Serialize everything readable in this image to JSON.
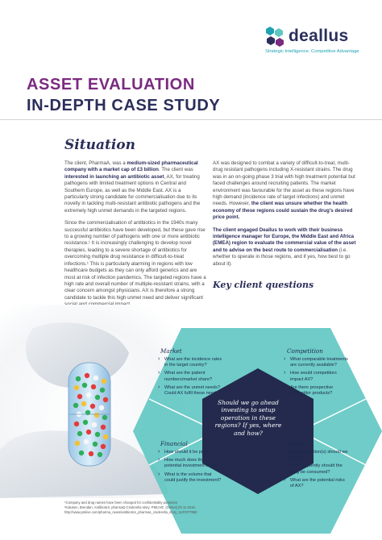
{
  "brand": {
    "name": "deallus",
    "tagline": "Strategic Intelligence. Competitive Advantage",
    "logo_icon": "hexagon-cluster-icon",
    "colors": {
      "purple": "#7b2a80",
      "navy": "#2b2e5a",
      "teal": "#5fc7c2",
      "dark": "#232a4d"
    }
  },
  "header": {
    "title_line1": "ASSET EVALUATION",
    "title_line2": "IN-DEPTH CASE STUDY"
  },
  "situation": {
    "heading": "Situation",
    "left": {
      "p1_a": "The client, PharmaA, was a ",
      "p1_b": "medium-sized pharmaceutical company with a market cap of £3 billion",
      "p1_c": ". The client was ",
      "p1_d": "interested in launching an antibiotic asset",
      "p1_e": ", AX, for treating pathogens with limited treatment options in Central and Southern Europe, as well as the Middle East. AX is a particularly strong candidate for commercialisation due to its novelty in tackling multi-resistant antibiotic pathogens and the extremely high unmet demands in the targeted regions.",
      "p2": "Since the commercialisation of antibiotics in the 1940s many successful antibiotics have been developed, but these gave rise to a growing number of pathogens with one or more antibiotic resistance.¹ It is increasingly challenging to develop novel therapies, leading to a severe shortage of antibiotics for overcoming multiple drug resistance in difficult-to-treat infections.¹ This is particularly alarming in regions with low healthcare budgets as they can only afford generics and are most at risk of infection pandemics. The targeted regions have a high rate and overall number of multiple-resistant strains, with a clear concern amongst physicians. AX is therefore a strong candidate to tackle this high unmet need and deliver significant social and commercial impact."
    },
    "right": {
      "p1_a": "AX was designed to combat a variety of difficult-to-treat, multi-drug resistant pathogens including X-resistant strains. The drug was in an on-going phase 3 trial with high treatment potential but faced challenges around recruiting patients. The market environment was favourable for the asset as these regions have high demand (incidence rate of target infections) and unmet needs. However, ",
      "p1_b": "the client was unsure whether the health economy of these regions could sustain the drug's desired price point.",
      "p2_a": "The client engaged Deallus to work with their business intelligence manager for Europe, the Middle East and Africa (EMEA) region to evaluate the commercial value of the asset and to advise on the best route to commercialisation",
      "p2_b": " (i.e. whether to operate in those regions, and if yes, how best to go about it)."
    }
  },
  "key_questions": {
    "heading": "Key client questions",
    "center": "Should we go ahead investing to setup operation in these regions? If yes, where and how?",
    "market": {
      "title": "Market",
      "items": [
        "What are the incidence rates in the target country?",
        "What are the patient numbers/market share?",
        "What are the unmet needs? Could AX fulfil these needs?"
      ]
    },
    "competition": {
      "title": "Competition",
      "items": [
        "What comparable treatments are currently available?",
        "How would competitors impact AX?",
        "Are there prospective competitor products?"
      ]
    },
    "financial": {
      "title": "Financial",
      "items": [
        "How should it be priced?",
        "How much does the potential investment cost?",
        "What is the volume that could justify the investment?"
      ]
    },
    "product": {
      "title": "Product",
      "items": [
        "What indication(s) should we target?",
        "How frequently should the drug be consumed?",
        "What are the potential risks of AX?"
      ]
    }
  },
  "footnote": {
    "line1": "*Company and drug names have been changed for confidentiality purposes",
    "line2": "¹Kalusen, Brendan. Antibiotics: pharmaΩ Cinderella story. PMLIVE. [Online] 03 11 2016.",
    "line3": "http://www.pmlive.com/pharma_news/antibiotics_pharmas_cinderella_story_1107077950"
  }
}
